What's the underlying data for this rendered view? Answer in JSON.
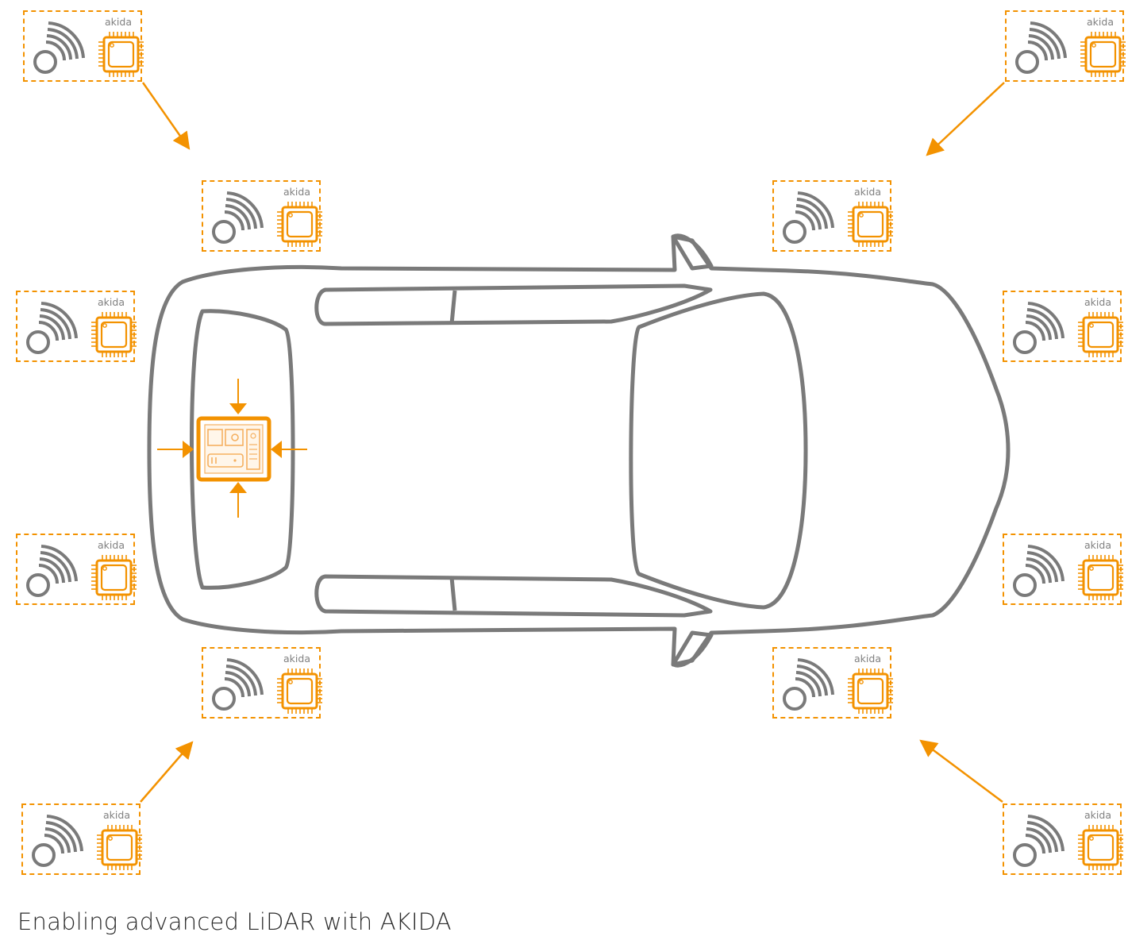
{
  "caption": "Enabling advanced LiDAR with AKIDA",
  "chip_label": "akida",
  "colors": {
    "accent": "#f39200",
    "outline": "#7a7a7a"
  },
  "icons": {
    "sensor": "lidar-signal-icon",
    "chip": "akida-chip-icon",
    "processor": "central-processor-icon"
  },
  "modules": [
    {
      "name": "module-outer-top-left"
    },
    {
      "name": "module-outer-top-right"
    },
    {
      "name": "module-inner-top-left"
    },
    {
      "name": "module-inner-top-right"
    },
    {
      "name": "module-left-upper"
    },
    {
      "name": "module-right-upper"
    },
    {
      "name": "module-left-lower"
    },
    {
      "name": "module-right-lower"
    },
    {
      "name": "module-inner-bottom-left"
    },
    {
      "name": "module-inner-bottom-right"
    },
    {
      "name": "module-outer-bottom-left"
    },
    {
      "name": "module-outer-bottom-right"
    }
  ]
}
